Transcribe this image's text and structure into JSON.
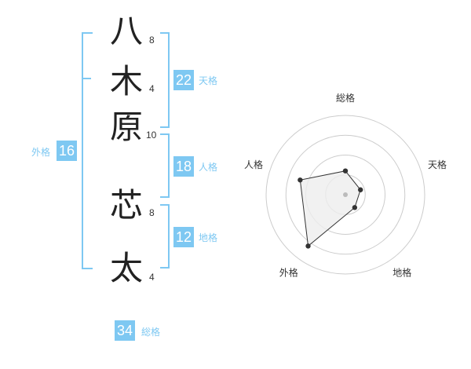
{
  "name": {
    "characters": [
      {
        "char": "八",
        "strokes": "8"
      },
      {
        "char": "木",
        "strokes": "4"
      },
      {
        "char": "原",
        "strokes": "10"
      },
      {
        "char": "芯",
        "strokes": "8"
      },
      {
        "char": "太",
        "strokes": "4"
      }
    ]
  },
  "fortune": {
    "tenkaku": {
      "value": "22",
      "label": "天格"
    },
    "jinkaku": {
      "value": "18",
      "label": "人格"
    },
    "chikaku": {
      "value": "12",
      "label": "地格"
    },
    "gaikaku": {
      "value": "16",
      "label": "外格"
    },
    "soukaku": {
      "value": "34",
      "label": "総格"
    }
  },
  "colors": {
    "accent": "#7ec8f2",
    "text": "#222222",
    "grid": "#cccccc",
    "fill": "#eeeeee"
  },
  "chart_data": {
    "type": "radar",
    "axes": [
      "総格",
      "天格",
      "地格",
      "外格",
      "人格"
    ],
    "values": [
      0.3,
      0.2,
      0.2,
      0.8,
      0.6
    ],
    "range": [
      0,
      1
    ],
    "rings": 4
  }
}
